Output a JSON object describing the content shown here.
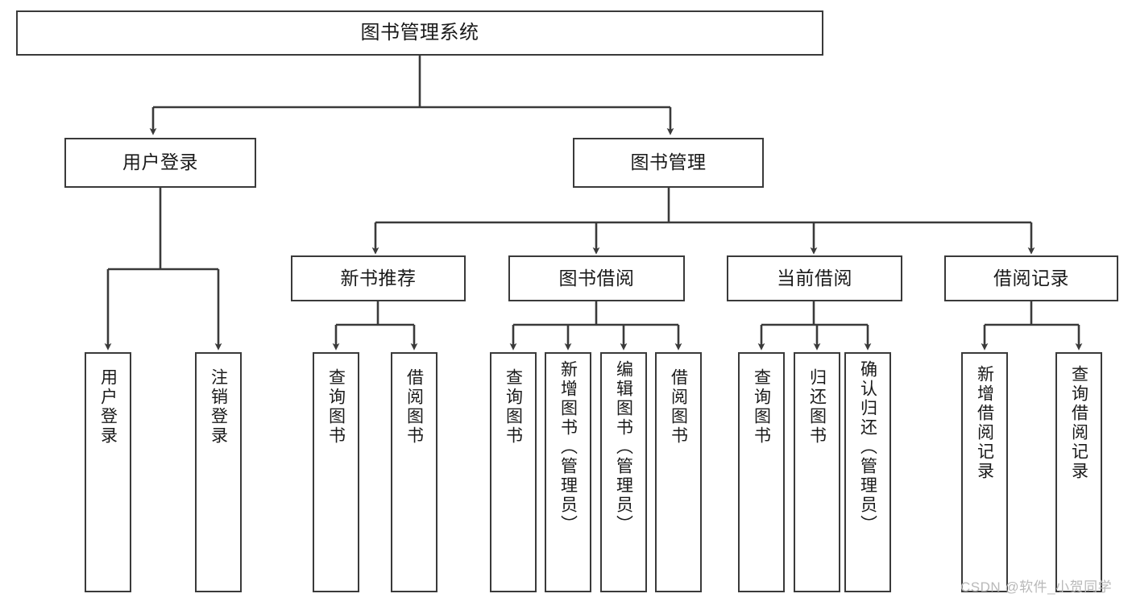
{
  "diagram": {
    "type": "tree-hierarchy",
    "title": "图书管理系统",
    "watermark": "CSDN @软件_小贺同学",
    "style": {
      "box_fill": "#ffffff",
      "box_stroke": "#3a3a3a",
      "edge_color": "#3a3a3a",
      "text_color": "#1a1a1a",
      "watermark_color": "#b9b9b9",
      "background": "#ffffff"
    },
    "nodes": {
      "root": {
        "label": "图书管理系统",
        "level": 0,
        "orientation": "horizontal"
      },
      "user_login": {
        "label": "用户登录",
        "level": 1,
        "orientation": "horizontal"
      },
      "book_manage": {
        "label": "图书管理",
        "level": 1,
        "orientation": "horizontal"
      },
      "new_book_rec": {
        "label": "新书推荐",
        "level": 2,
        "orientation": "horizontal"
      },
      "book_borrow": {
        "label": "图书借阅",
        "level": 2,
        "orientation": "horizontal"
      },
      "current_borrow": {
        "label": "当前借阅",
        "level": 2,
        "orientation": "horizontal"
      },
      "borrow_record": {
        "label": "借阅记录",
        "level": 2,
        "orientation": "horizontal"
      },
      "leaf_user_login": {
        "label": "用户登录",
        "level": 2,
        "orientation": "vertical"
      },
      "leaf_user_logout": {
        "label": "注销登录",
        "level": 2,
        "orientation": "vertical"
      },
      "leaf_query_book_1": {
        "label": "查询图书",
        "level": 3,
        "orientation": "vertical"
      },
      "leaf_borrow_book_1": {
        "label": "借阅图书",
        "level": 3,
        "orientation": "vertical"
      },
      "leaf_query_book_2": {
        "label": "查询图书",
        "level": 3,
        "orientation": "vertical"
      },
      "leaf_add_book": {
        "label": "新增图书（管理员）",
        "level": 3,
        "orientation": "vertical"
      },
      "leaf_edit_book": {
        "label": "编辑图书（管理员）",
        "level": 3,
        "orientation": "vertical"
      },
      "leaf_borrow_book_2": {
        "label": "借阅图书",
        "level": 3,
        "orientation": "vertical"
      },
      "leaf_query_book_3": {
        "label": "查询图书",
        "level": 3,
        "orientation": "vertical"
      },
      "leaf_return_book": {
        "label": "归还图书",
        "level": 3,
        "orientation": "vertical"
      },
      "leaf_confirm_return": {
        "label": "确认归还（管理员）",
        "level": 3,
        "orientation": "vertical"
      },
      "leaf_add_record": {
        "label": "新增借阅记录",
        "level": 3,
        "orientation": "vertical"
      },
      "leaf_query_record": {
        "label": "查询借阅记录",
        "level": 3,
        "orientation": "vertical"
      }
    },
    "edges": [
      {
        "from": "root",
        "to": "user_login"
      },
      {
        "from": "root",
        "to": "book_manage"
      },
      {
        "from": "user_login",
        "to": "leaf_user_login"
      },
      {
        "from": "user_login",
        "to": "leaf_user_logout"
      },
      {
        "from": "book_manage",
        "to": "new_book_rec"
      },
      {
        "from": "book_manage",
        "to": "book_borrow"
      },
      {
        "from": "book_manage",
        "to": "current_borrow"
      },
      {
        "from": "book_manage",
        "to": "borrow_record"
      },
      {
        "from": "new_book_rec",
        "to": "leaf_query_book_1"
      },
      {
        "from": "new_book_rec",
        "to": "leaf_borrow_book_1"
      },
      {
        "from": "book_borrow",
        "to": "leaf_query_book_2"
      },
      {
        "from": "book_borrow",
        "to": "leaf_add_book"
      },
      {
        "from": "book_borrow",
        "to": "leaf_edit_book"
      },
      {
        "from": "book_borrow",
        "to": "leaf_borrow_book_2"
      },
      {
        "from": "current_borrow",
        "to": "leaf_query_book_3"
      },
      {
        "from": "current_borrow",
        "to": "leaf_return_book"
      },
      {
        "from": "current_borrow",
        "to": "leaf_confirm_return"
      },
      {
        "from": "borrow_record",
        "to": "leaf_add_record"
      },
      {
        "from": "borrow_record",
        "to": "leaf_query_record"
      }
    ]
  }
}
